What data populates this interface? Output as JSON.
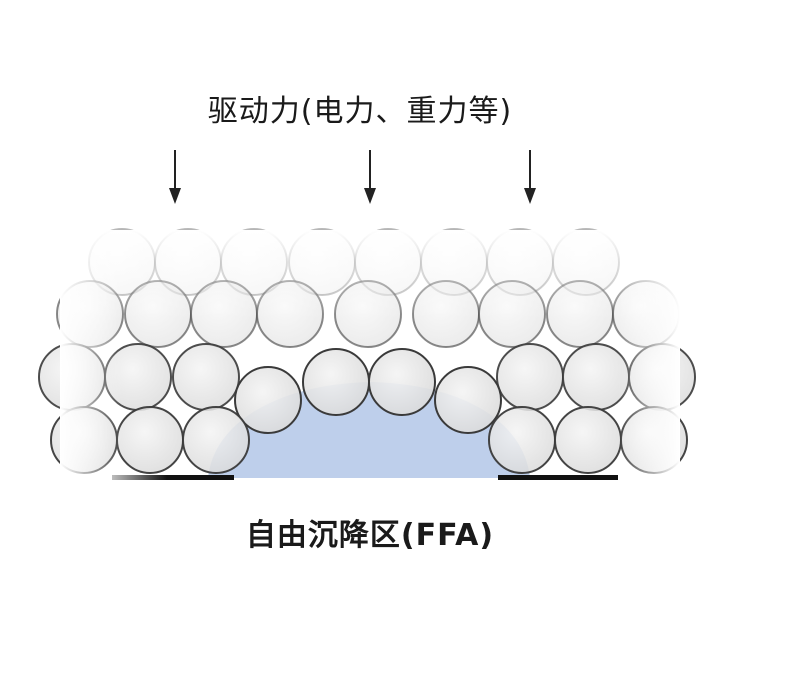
{
  "diagram": {
    "top_label": "驱动力(电力、重力等)",
    "bottom_label": "自由沉降区(FFA)",
    "arrow_count": 3,
    "colors": {
      "particle_fill": "#e6e6e6",
      "particle_stroke": "#3a3a3a",
      "void_region": "#a8bfe4",
      "arrow": "#222222",
      "substrate": "#111111"
    }
  }
}
